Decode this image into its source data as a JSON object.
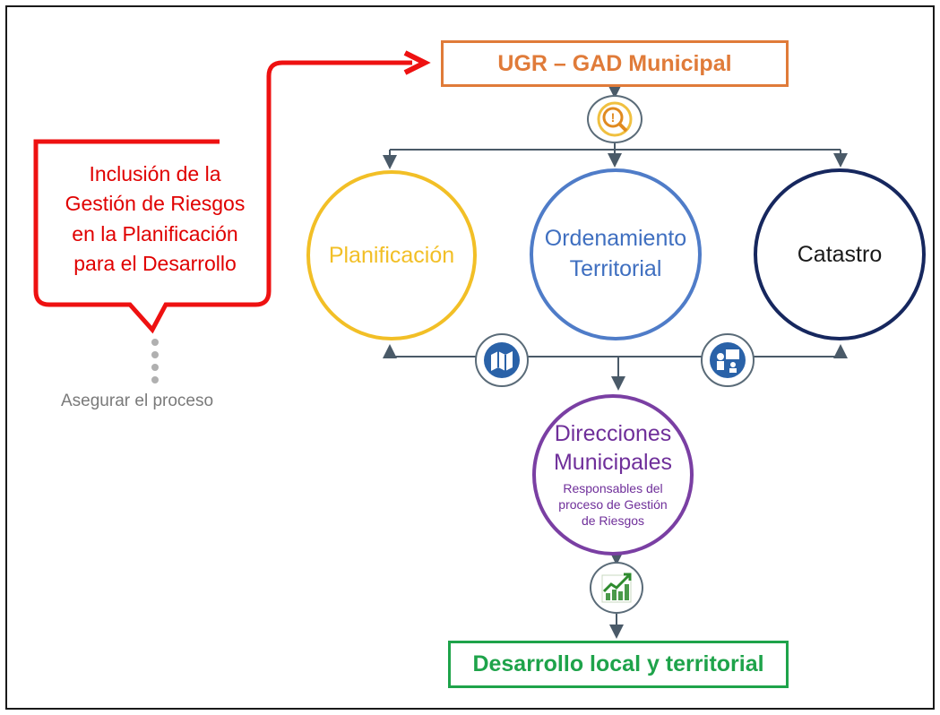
{
  "top_box": {
    "label": "UGR – GAD Municipal",
    "color": "#e07b39"
  },
  "bottom_box": {
    "label": "Desarrollo local y territorial",
    "color": "#1ea34a"
  },
  "callout": {
    "lines": [
      "Inclusión de la",
      "Gestión de Riesgos",
      "en la Planificación",
      "para el Desarrollo"
    ],
    "color": "#e00000"
  },
  "process_note": "Asegurar el proceso",
  "circles": {
    "planificacion": {
      "label": "Planificación",
      "color": "#f2bf26"
    },
    "ordenamiento": {
      "line1": "Ordenamiento",
      "line2": "Territorial",
      "color": "#4f7cc8"
    },
    "catastro": {
      "label": "Catastro",
      "color": "#16275e"
    },
    "direcciones": {
      "title1": "Direcciones",
      "title2": "Municipales",
      "sub1": "Responsables del",
      "sub2": "proceso de Gestión",
      "sub3": "de Riesgos",
      "color": "#7a3fa3"
    }
  },
  "icons": [
    "risk-alert-icon",
    "map-hand-icon",
    "presentation-icon",
    "growth-chart-icon"
  ]
}
